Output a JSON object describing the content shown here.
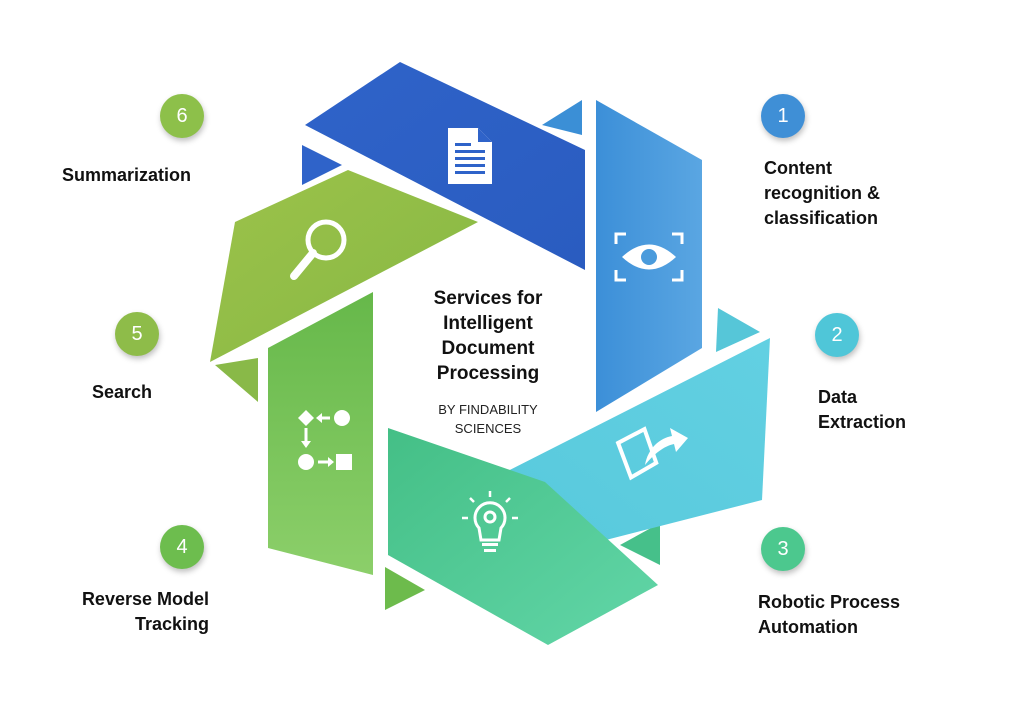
{
  "center": {
    "title_lines": [
      "Services for",
      "Intelligent",
      "Document",
      "Processing"
    ],
    "subtitle_lines": [
      "BY FINDABILITY",
      "SCIENCES"
    ]
  },
  "steps": [
    {
      "number": "1",
      "lines": [
        "Content",
        "recognition &",
        "classification"
      ],
      "color": "#3f8fd6",
      "icon": "eye-scan-icon"
    },
    {
      "number": "2",
      "lines": [
        "Data",
        "Extraction"
      ],
      "color": "#4fc6d8",
      "icon": "share-export-icon"
    },
    {
      "number": "3",
      "lines": [
        "Robotic Process",
        "Automation"
      ],
      "color": "#4cc88e",
      "icon": "lightbulb-gear-icon"
    },
    {
      "number": "4",
      "lines": [
        "Reverse Model",
        "Tracking"
      ],
      "color": "#6dbd4e",
      "icon": "flow-shapes-icon"
    },
    {
      "number": "5",
      "lines": [
        "Search"
      ],
      "color": "#8ebc49",
      "icon": "magnifier-icon"
    },
    {
      "number": "6",
      "lines": [
        "Summarization"
      ],
      "color": "#8dc04a",
      "icon": "document-icon"
    }
  ]
}
